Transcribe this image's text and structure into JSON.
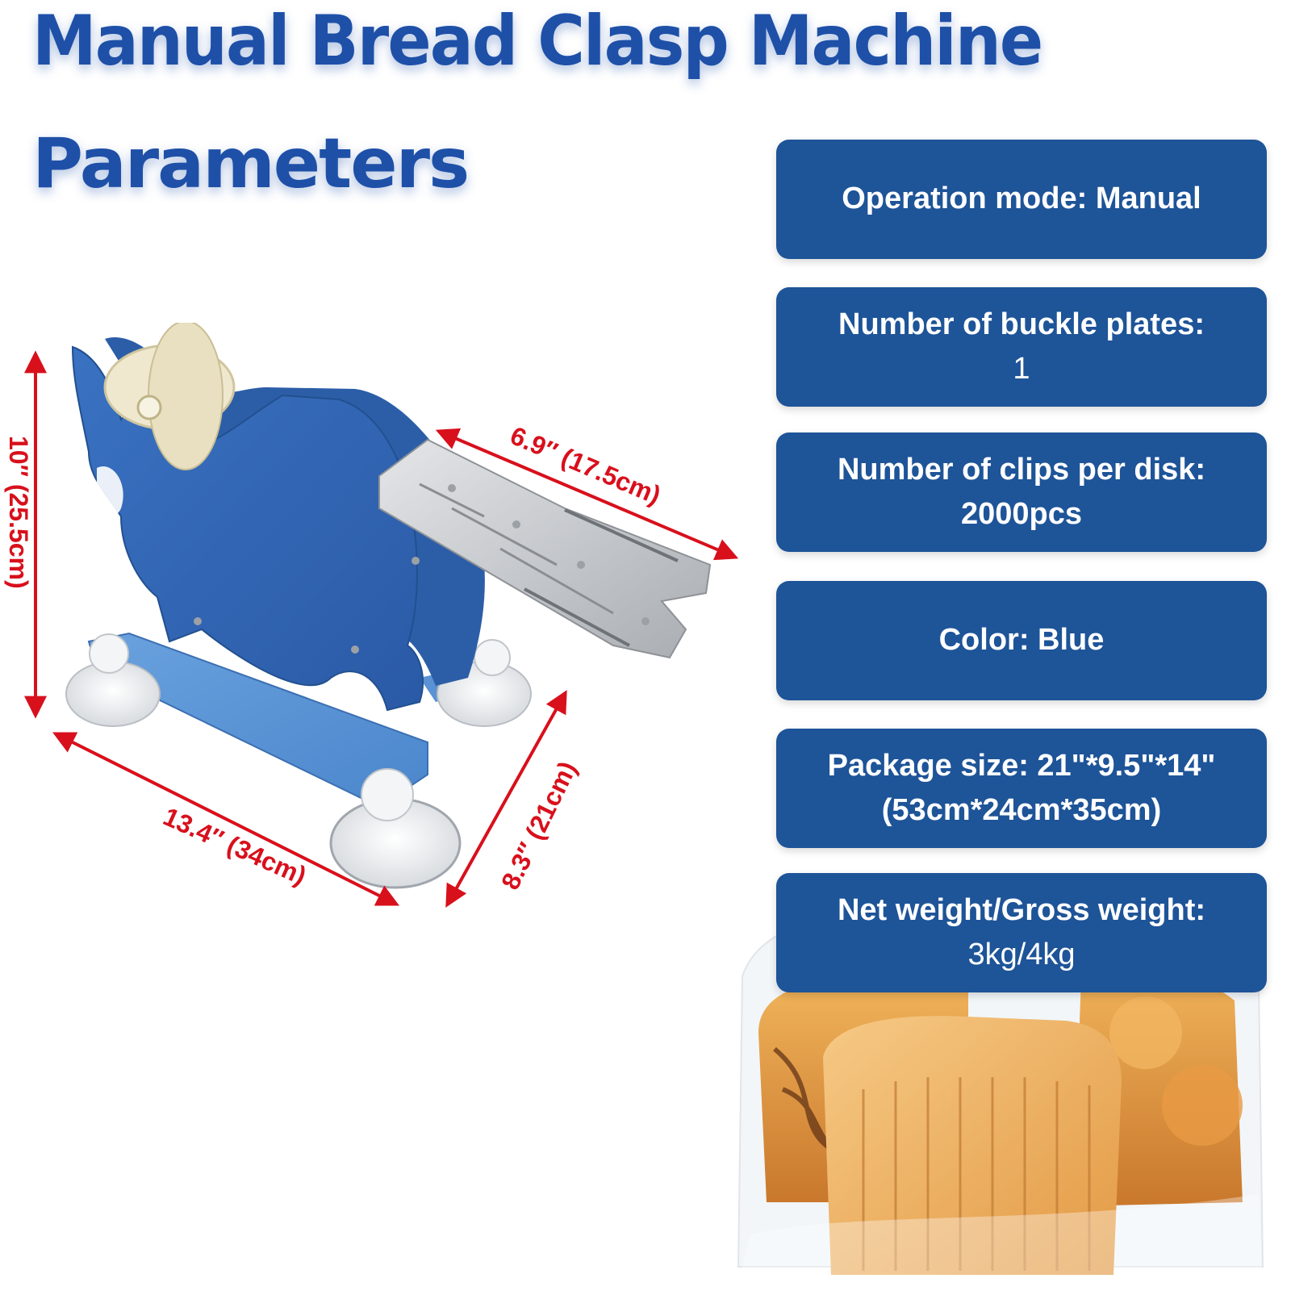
{
  "title": {
    "line1": "Manual Bread Clasp Machine",
    "line2": "Parameters"
  },
  "dimensions": {
    "height": "10″ (25.5cm)",
    "top_depth": "6.9″ (17.5cm)",
    "length": "13.4″ (34cm)",
    "width": "8.3″ (21cm)"
  },
  "parameters": [
    {
      "line1": "Operation mode: Manual",
      "line2": ""
    },
    {
      "line1": "Number of buckle plates:",
      "line2": "1"
    },
    {
      "line1": "Number of clips per disk:",
      "line2": "2000pcs"
    },
    {
      "line1": "Color: Blue",
      "line2": ""
    },
    {
      "line1": "Package size: 21\"*9.5\"*14\"",
      "line2": "(53cm*24cm*35cm)"
    },
    {
      "line1": "Net weight/Gross weight:",
      "line2": "3kg/4kg"
    }
  ],
  "colors": {
    "title": "#1e50a8",
    "box": "#1e5498",
    "machine": "#3f79c4",
    "dimension_arrow": "#d8101c"
  }
}
